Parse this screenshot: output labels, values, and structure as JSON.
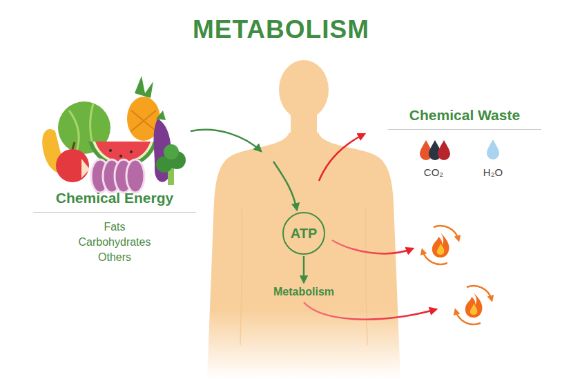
{
  "diagram": {
    "title": "METABOLISM",
    "nodes": [
      {
        "text": [
          "Chemical Energy",
          "Fats",
          "Carbohydrates",
          "Others"
        ]
      },
      {
        "text": [
          "ATP"
        ]
      },
      {
        "text": [
          "Metabolism"
        ]
      },
      {
        "text": [
          "Chemical Waste",
          "CO₂",
          "H₂O"
        ]
      }
    ],
    "edges": [
      {
        "from": 0,
        "to": 1,
        "arrow": "to"
      },
      {
        "from": 1,
        "to": 2,
        "arrow": "to"
      }
    ]
  }
}
